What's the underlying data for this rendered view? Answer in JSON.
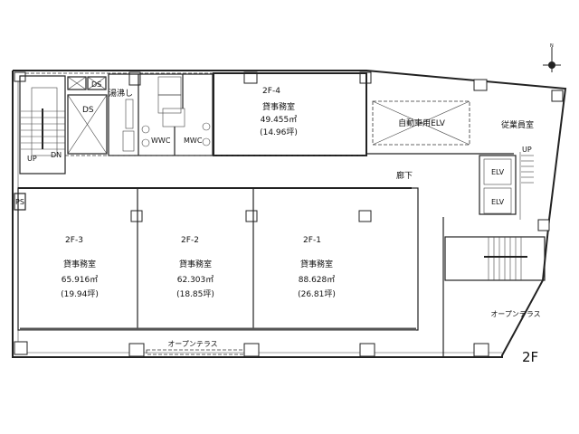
{
  "floor_label": "2F",
  "rooms": {
    "office_4": {
      "id": "2F-4",
      "type": "貸事務室",
      "area_m2": "49.455㎡",
      "area_tsubo": "(14.96坪)"
    },
    "office_3": {
      "id": "2F-3",
      "type": "貸事務室",
      "area_m2": "65.916㎡",
      "area_tsubo": "(19.94坪)"
    },
    "office_2": {
      "id": "2F-2",
      "type": "貸事務室",
      "area_m2": "62.303㎡",
      "area_tsubo": "(18.85坪)"
    },
    "office_1": {
      "id": "2F-1",
      "type": "貸事務室",
      "area_m2": "88.628㎡",
      "area_tsubo": "(26.81坪)"
    }
  },
  "labels": {
    "kitchenette": "湯沸し",
    "wwc": "WWC",
    "mwc": "MWC",
    "ds_large": "DS",
    "ds_small": "DS",
    "ps": "PS",
    "stair_up_left": "UP",
    "stair_dn_left": "DN",
    "car_elv": "自動車用ELV",
    "staff_room": "従業員室",
    "stair_up_right": "UP",
    "elv_1": "ELV",
    "elv_2": "ELV",
    "corridor": "廊下",
    "open_terrace_bottom": "オープンテラス",
    "open_terrace_right": "オープンテラス"
  },
  "compass": {
    "direction": "N"
  }
}
